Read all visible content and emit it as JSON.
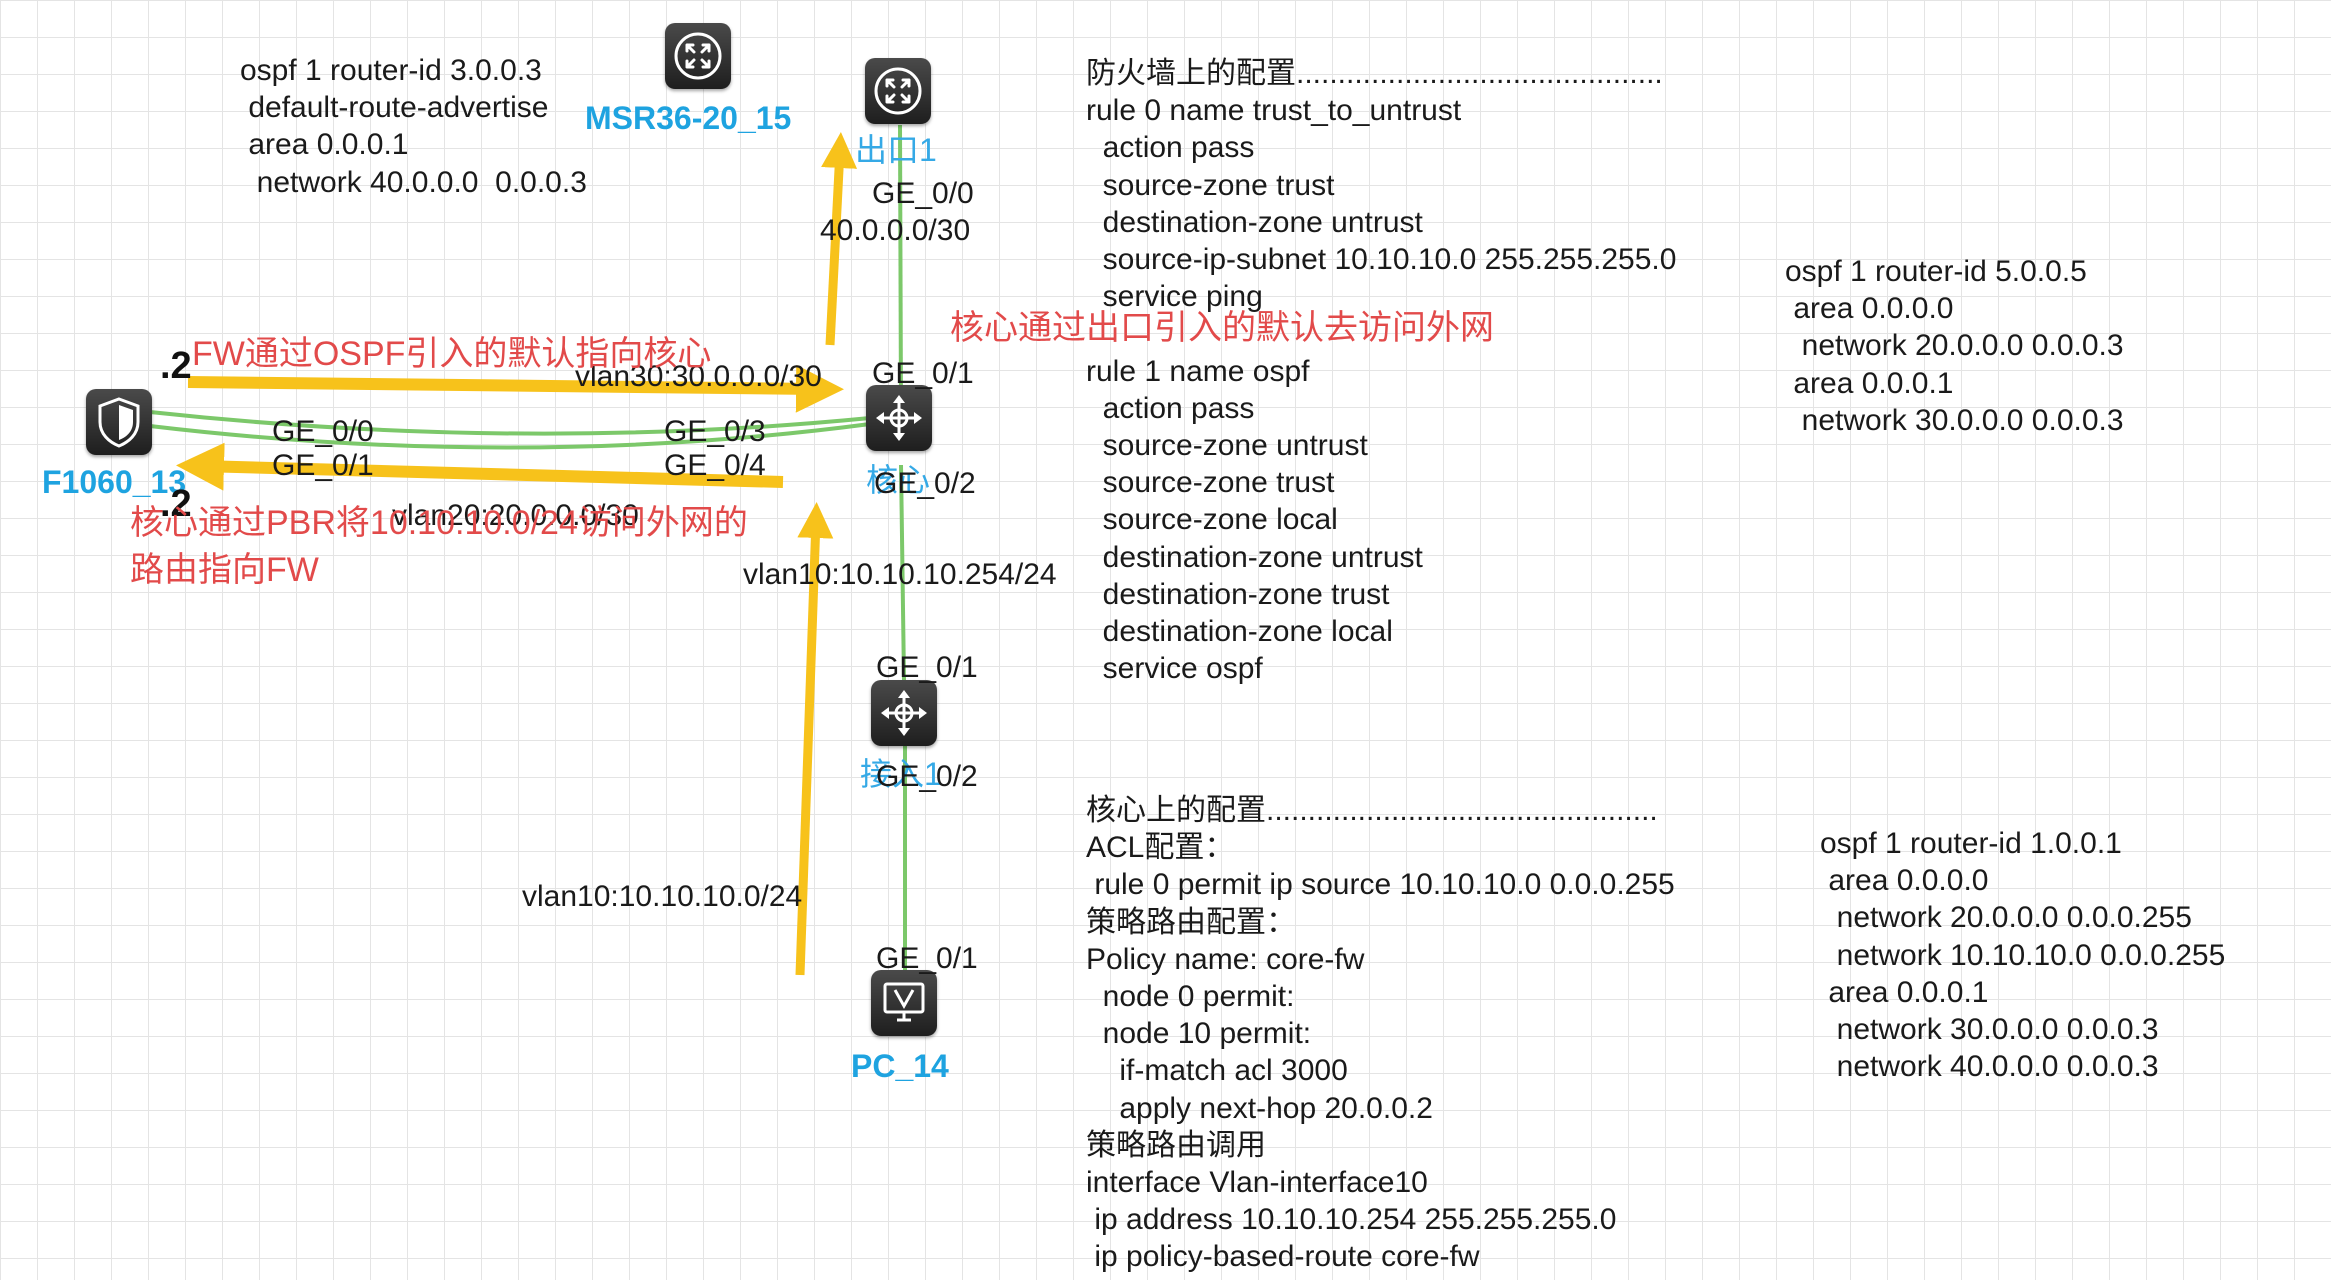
{
  "devices": {
    "msr_label": "MSR36-20_15",
    "exit_label": "出口1",
    "fw_label": "F1060_13",
    "core_label": "核心",
    "access_label": "接入1",
    "pc_label": "PC_14"
  },
  "ports": {
    "exit_ge00": "GE_0/0",
    "core_ge01": "GE_0/1",
    "core_ge03": "GE_0/3",
    "core_ge04": "GE_0/4",
    "core_ge02": "GE_0/2",
    "fw_ge00": "GE_0/0",
    "fw_ge01": "GE_0/1",
    "access_ge01": "GE_0/1",
    "access_ge02": "GE_0/2",
    "pc_ge01": "GE_0/1"
  },
  "subnets": {
    "exit_core": "40.0.0.0/30",
    "vlan30": "vlan30:30.0.0.0/30",
    "vlan20": "vlan20:20.0.0.0/30",
    "vlan10_gw": "vlan10:10.10.10.254/24",
    "vlan10": "vlan10:10.10.10.0/24",
    "fw_dot2_top": ".2",
    "fw_dot2_bottom": ".2"
  },
  "annotations": {
    "fw_default": "FW通过OSPF引入的默认指向核心",
    "core_default": "核心通过出口引入的默认去访问外网",
    "pbr_line1": "核心通过PBR将10.10.10.0/24访问外网的",
    "pbr_line2": "路由指向FW"
  },
  "exit_ospf": [
    "ospf 1 router-id 3.0.0.3",
    " default-route-advertise",
    " area 0.0.0.1",
    "  network 40.0.0.0  0.0.0.3"
  ],
  "fw_config": [
    "防火墙上的配置............................................",
    "rule 0 name trust_to_untrust",
    "  action pass",
    "  source-zone trust",
    "  destination-zone untrust",
    "  source-ip-subnet 10.10.10.0 255.255.255.0",
    "  service ping",
    "",
    "rule 1 name ospf",
    "  action pass",
    "  source-zone untrust",
    "  source-zone trust",
    "  source-zone local",
    "  destination-zone untrust",
    "  destination-zone trust",
    "  destination-zone local",
    "  service ospf"
  ],
  "fw_ospf": [
    "ospf 1 router-id 5.0.0.5",
    " area 0.0.0.0",
    "  network 20.0.0.0 0.0.0.3",
    " area 0.0.0.1",
    "  network 30.0.0.0 0.0.0.3"
  ],
  "core_config": [
    "核心上的配置...............................................",
    "ACL配置：",
    " rule 0 permit ip source 10.10.10.0 0.0.0.255",
    "策略路由配置：",
    "Policy name: core-fw",
    "  node 0 permit:",
    "  node 10 permit:",
    "    if-match acl 3000",
    "    apply next-hop 20.0.0.2",
    "策略路由调用",
    "interface Vlan-interface10",
    " ip address 10.10.10.254 255.255.255.0",
    " ip policy-based-route core-fw"
  ],
  "core_ospf": [
    "ospf 1 router-id 1.0.0.1",
    " area 0.0.0.0",
    "  network 20.0.0.0 0.0.0.255",
    "  network 10.10.10.0 0.0.0.255",
    " area 0.0.0.1",
    "  network 30.0.0.0 0.0.0.3",
    "  network 40.0.0.0 0.0.0.3"
  ],
  "colors": {
    "link": "#7cc86a",
    "arrow": "#f7c21b",
    "annotation": "#e24a4a",
    "device_label": "#1ea3e0",
    "grid": "#e4e4e4"
  }
}
